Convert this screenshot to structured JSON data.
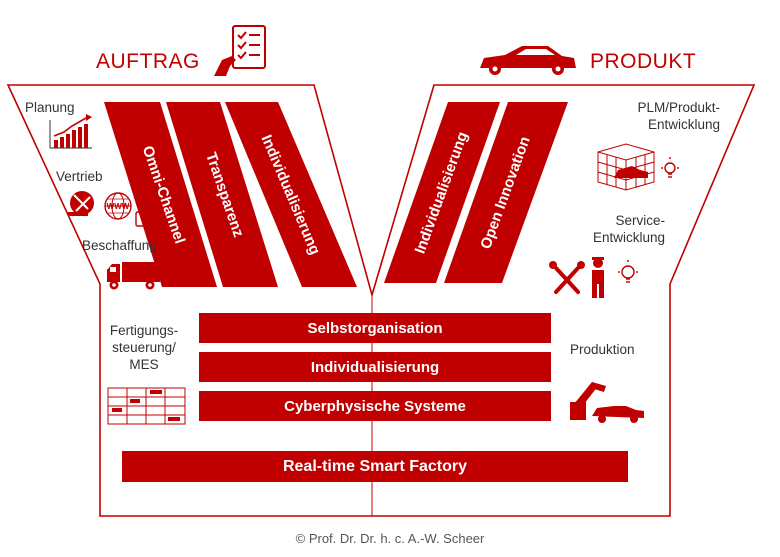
{
  "headers": {
    "left": "AUFTRAG",
    "right": "PRODUKT"
  },
  "left_labels": {
    "planung": "Planung",
    "vertrieb": "Vertrieb",
    "beschaffung": "Beschaffung",
    "fertigung_line1": "Fertigungs-",
    "fertigung_line2": "steuerung/",
    "fertigung_line3": "MES"
  },
  "right_labels": {
    "plm_line1": "PLM/Produkt-",
    "plm_line2": "Entwicklung",
    "service_line1": "Service-",
    "service_line2": "Entwicklung",
    "produktion": "Produktion"
  },
  "left_stripes": [
    "Omni-Channel",
    "Transparenz",
    "Individualisierung"
  ],
  "right_stripes": [
    "Individualisierung",
    "Open Innovation"
  ],
  "center_bars": [
    "Selbstorganisation",
    "Individualisierung",
    "Cyberphysische Systeme"
  ],
  "base_bar": "Real-time Smart Factory",
  "copyright": "© Prof. Dr. Dr. h. c. A.-W. Scheer",
  "colors": {
    "accent": "#c00000",
    "outline": "#c00000",
    "text": "#333333"
  },
  "icons": [
    "checklist-hand-icon",
    "car-icon",
    "chart-icon",
    "sales-globe-icon",
    "truck-icon",
    "mes-table-icon",
    "plm-cube-icon",
    "lightbulb-icon",
    "tools-icon",
    "worker-icon",
    "robot-arm-car-icon"
  ]
}
